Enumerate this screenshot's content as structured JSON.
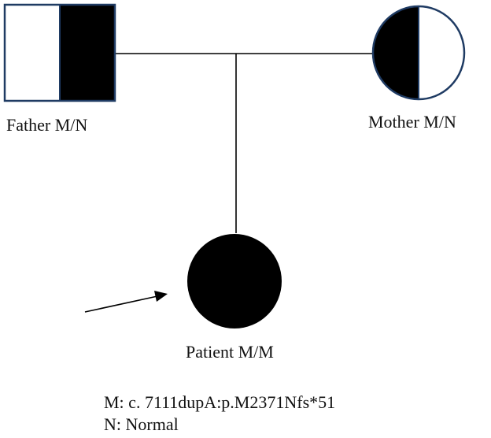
{
  "father": {
    "label": "Father M/N"
  },
  "mother": {
    "label": "Mother M/N"
  },
  "patient": {
    "label": "Patient M/M"
  },
  "legend": {
    "mutation": "M: c. 7111dupA:p.M2371Nfs*51",
    "normal": "N: Normal"
  },
  "colors": {
    "affected": "#000000",
    "unaffected": "#ffffff",
    "outline": "#1f3b63",
    "line": "#000000"
  }
}
